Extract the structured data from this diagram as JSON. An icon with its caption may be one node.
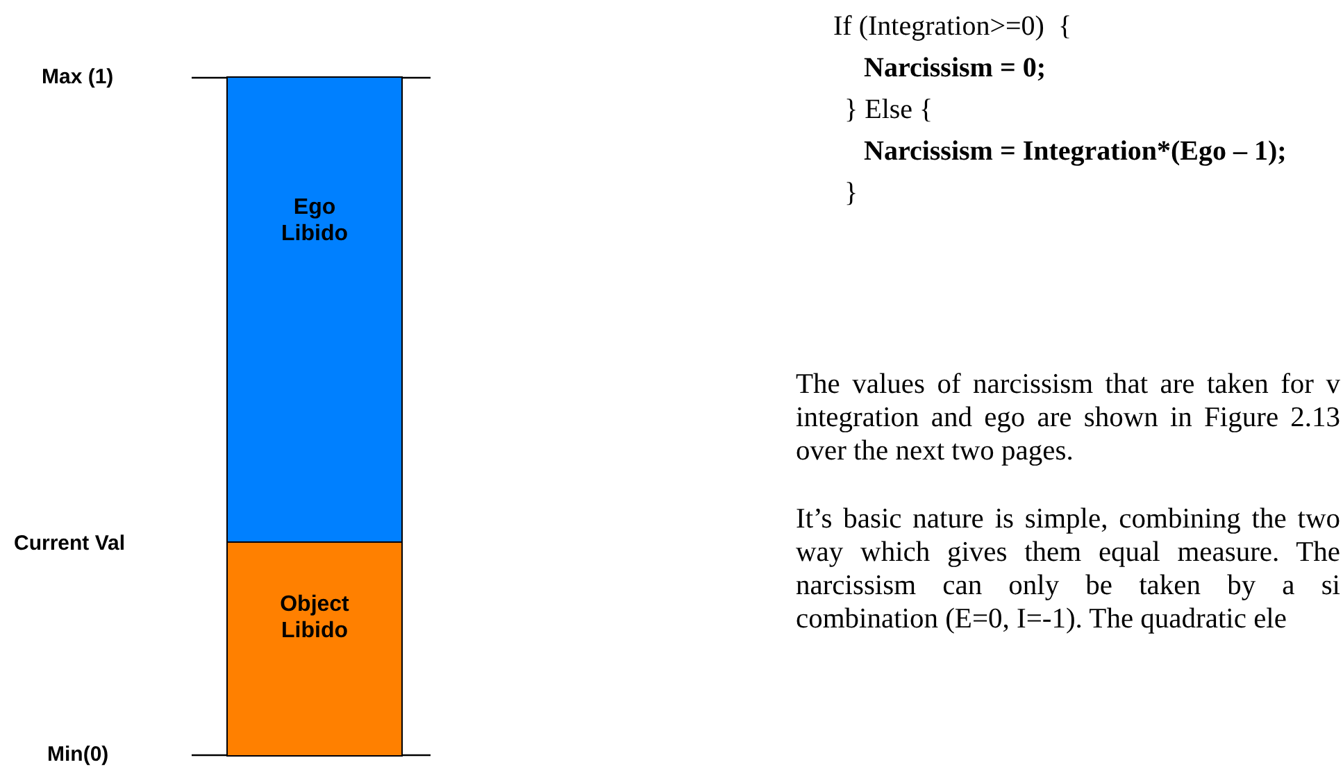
{
  "diagram": {
    "nodes": [
      {
        "text": [
          "Ego Libido"
        ]
      },
      {
        "text": [
          "Object Libido"
        ]
      }
    ],
    "labels": [
      "Max (1)",
      "If (Integration>=0)  {",
      "Narcissism = 0;",
      "} Else {",
      "Narcissism = Integration*(Ego – 1);",
      "}",
      "Current Val",
      "The values of narcissism that are taken for v integration and ego are shown in Figure 2.13 over the next two pages.",
      "It’s basic nature is simple, combining the two way which gives them equal measure.  The narcissism can only be taken by a si combination (E=0, I=-1).  The quadratic ele",
      "Min(0)"
    ]
  }
}
